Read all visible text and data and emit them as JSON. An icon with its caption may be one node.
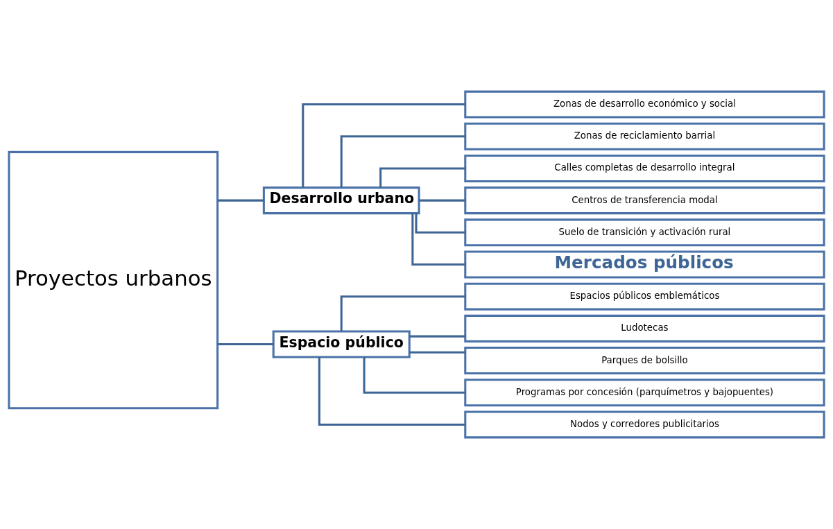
{
  "diagram": {
    "nodes": [
      {
        "text": [
          "Proyectos urbanos"
        ]
      },
      {
        "text": [
          "Desarrollo urbano"
        ]
      },
      {
        "text": [
          "Zonas de desarrollo económico y social"
        ]
      },
      {
        "text": [
          "Zonas de reciclamiento barrial"
        ]
      },
      {
        "text": [
          "Calles completas de desarrollo integral"
        ]
      },
      {
        "text": [
          "Centros de transferencia modal"
        ]
      },
      {
        "text": [
          "Suelo de transición y activación rural"
        ]
      },
      {
        "text": [
          "Mercados públicos"
        ]
      },
      {
        "text": [
          "Espacio público"
        ]
      },
      {
        "text": [
          "Espacios públicos emblemáticos"
        ]
      },
      {
        "text": [
          "Ludotecas"
        ]
      },
      {
        "text": [
          "Parques de bolsillo"
        ]
      },
      {
        "text": [
          "Programas por concesión (parquímetros y bajopuentes)"
        ]
      },
      {
        "text": [
          "Nodos y corredores publicitarios"
        ]
      }
    ],
    "edges": [
      {
        "from": 0,
        "to": 1,
        "arrow": "none"
      },
      {
        "from": 0,
        "to": 8,
        "arrow": "none"
      },
      {
        "from": 1,
        "to": 2,
        "arrow": "none"
      },
      {
        "from": 1,
        "to": 3,
        "arrow": "none"
      },
      {
        "from": 1,
        "to": 4,
        "arrow": "none"
      },
      {
        "from": 1,
        "to": 5,
        "arrow": "none"
      },
      {
        "from": 1,
        "to": 6,
        "arrow": "none"
      },
      {
        "from": 1,
        "to": 7,
        "arrow": "none"
      },
      {
        "from": 8,
        "to": 9,
        "arrow": "none"
      },
      {
        "from": 8,
        "to": 10,
        "arrow": "none"
      },
      {
        "from": 8,
        "to": 11,
        "arrow": "none"
      },
      {
        "from": 8,
        "to": 12,
        "arrow": "none"
      },
      {
        "from": 8,
        "to": 13,
        "arrow": "none"
      }
    ]
  }
}
